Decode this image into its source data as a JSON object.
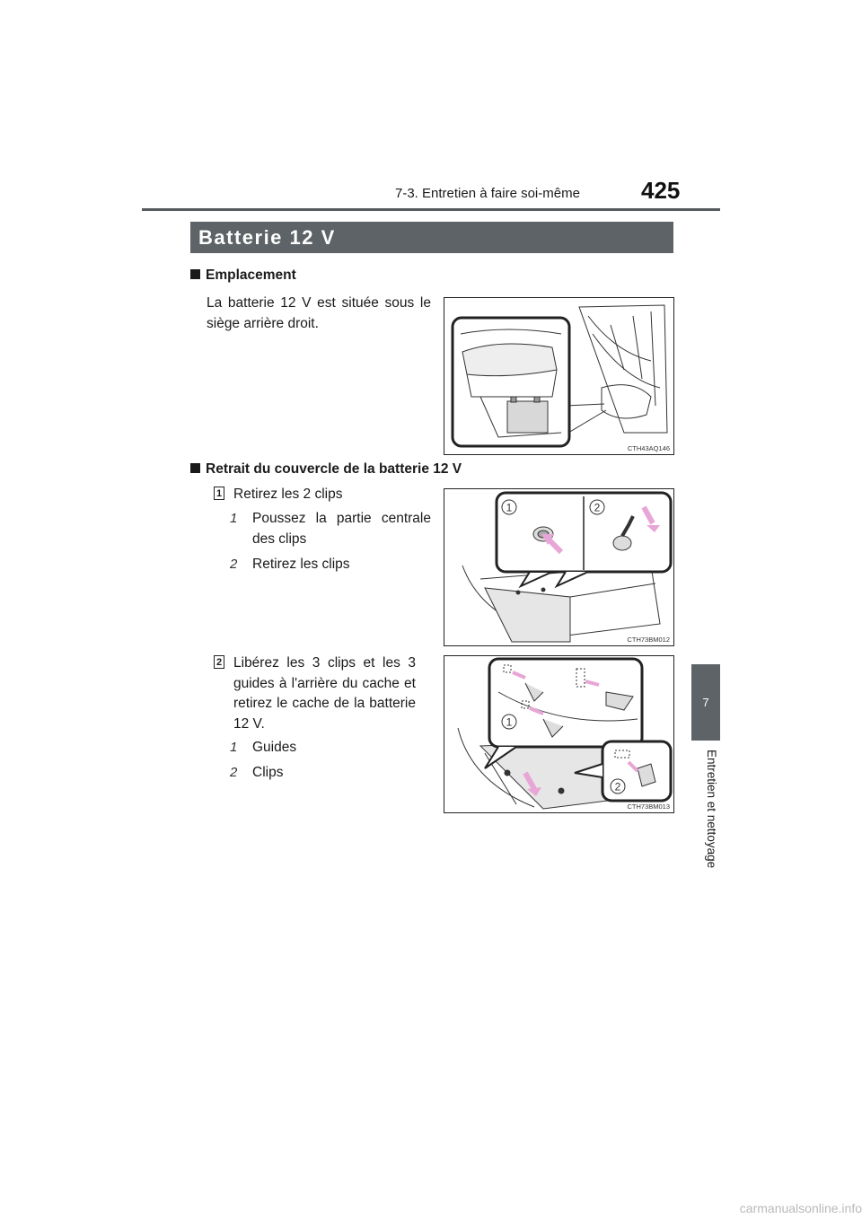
{
  "header": {
    "section": "7-3. Entretien à faire soi-même",
    "page_number": "425"
  },
  "side_tab": {
    "chapter_number": "7",
    "chapter_title": "Entretien et nettoyage"
  },
  "title": "Batterie 12 V",
  "sections": {
    "location": {
      "heading": "Emplacement",
      "text": "La batterie 12 V est située sous le siège arrière droit.",
      "figure_code": "CTH43AQ146"
    },
    "removal": {
      "heading": "Retrait du couvercle de la batterie 12 V",
      "step1": {
        "number": "1",
        "text": "Retirez les 2 clips",
        "sub1_num": "1",
        "sub1_text": "Poussez la partie centrale des clips",
        "sub2_num": "2",
        "sub2_text": "Retirez les clips",
        "figure_code": "CTH73BM012",
        "callout1": "1",
        "callout2": "2"
      },
      "step2": {
        "number": "2",
        "text": "Libérez les 3 clips et les 3 guides à l'arrière du cache et retirez le cache de la batterie 12 V.",
        "sub1_num": "1",
        "sub1_text": "Guides",
        "sub2_num": "2",
        "sub2_text": "Clips",
        "figure_code": "CTH73BM013",
        "callout1": "1",
        "callout2": "2"
      }
    }
  },
  "colors": {
    "title_bar": "#5d6366",
    "arrow": "#e8a6d6"
  },
  "watermark": "carmanualsonline.info"
}
